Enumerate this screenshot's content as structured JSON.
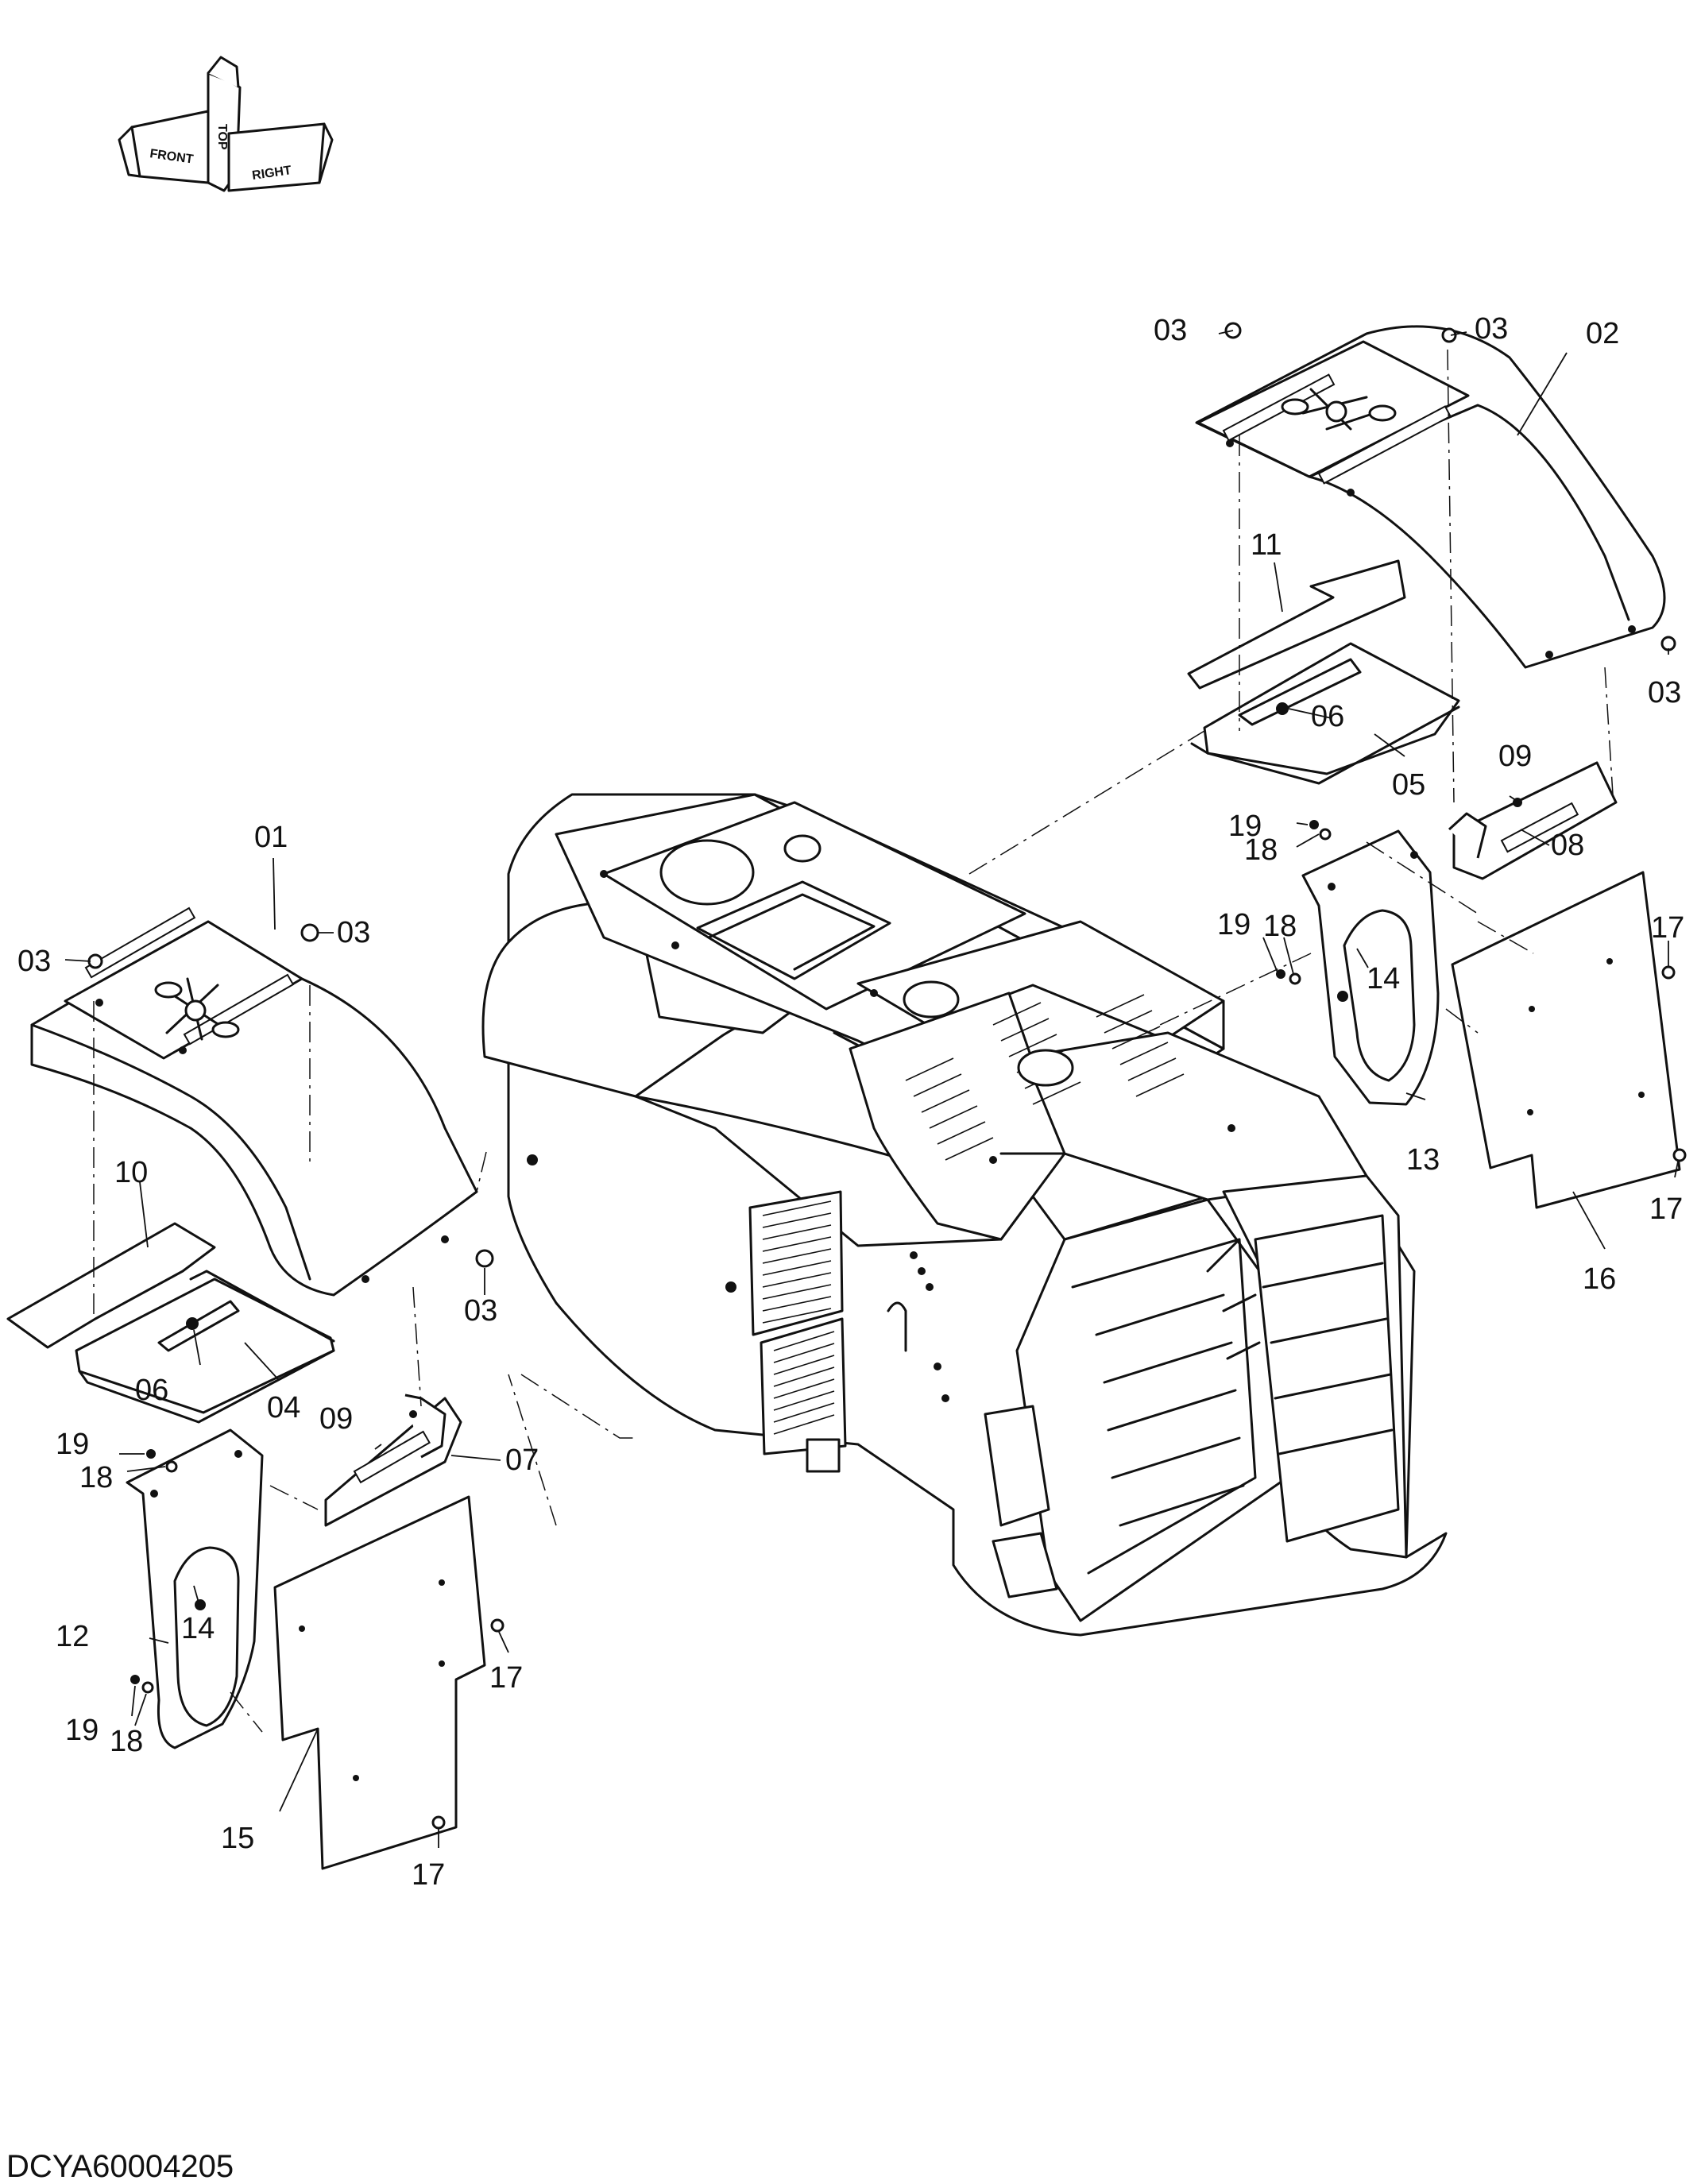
{
  "orientation": {
    "top": "TOP",
    "front": "FRONT",
    "right": "RIGHT"
  },
  "drawing_code": "DCYA60004205",
  "labels": {
    "p01": "01",
    "p02": "02",
    "p03_a": "03",
    "p03_b": "03",
    "p03_c": "03",
    "p03_d": "03",
    "p03_e": "03",
    "p03_f": "03",
    "p04": "04",
    "p05": "05",
    "p06_a": "06",
    "p06_b": "06",
    "p07": "07",
    "p08": "08",
    "p09_a": "09",
    "p09_b": "09",
    "p10": "10",
    "p11": "11",
    "p12": "12",
    "p13": "13",
    "p14_a": "14",
    "p14_b": "14",
    "p15": "15",
    "p16": "16",
    "p17_a": "17",
    "p17_b": "17",
    "p17_c": "17",
    "p17_d": "17",
    "p18_a": "18",
    "p18_b": "18",
    "p18_c": "18",
    "p18_d": "18",
    "p19_a": "19",
    "p19_b": "19",
    "p19_c": "19",
    "p19_d": "19"
  }
}
